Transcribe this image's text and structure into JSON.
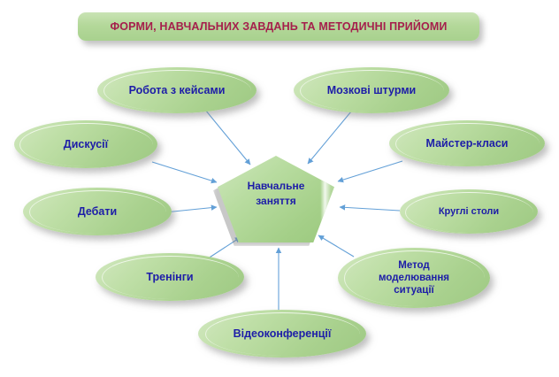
{
  "title": {
    "text": "ФОРМИ, НАВЧАЛЬНИХ ЗАВДАНЬ ТА МЕТОДИЧНІ ПРИЙОМИ",
    "text_color": "#a51f4c",
    "fill_color": "#b4d89a"
  },
  "center": {
    "line1": "Навчальне",
    "line2": "заняття",
    "shape": "pentagon",
    "fill_color": "#a4cf88",
    "text_color": "#1d1da8"
  },
  "colors": {
    "node_fill": "#a9d18e",
    "node_fill_light": "#d2e8c0",
    "node_text": "#1d1da8",
    "connector": "#5b9bd5",
    "background": "#ffffff",
    "shadow": "#7d7d7d"
  },
  "nodes": [
    {
      "id": "robota-z-keisamy",
      "label": "Робота з кейсами"
    },
    {
      "id": "mozkovi-shturmy",
      "label": "Мозкові штурми"
    },
    {
      "id": "dyskusii",
      "label": "Дискусії"
    },
    {
      "id": "maister-klasy",
      "label": "Майстер-класи"
    },
    {
      "id": "debaty",
      "label": "Дебати"
    },
    {
      "id": "kruhli-stoly",
      "label": "Круглі столи"
    },
    {
      "id": "treninhy",
      "label": "Тренінги"
    },
    {
      "id": "metod-modelyuvannya",
      "label_line1": "Метод",
      "label_line2": "моделювання",
      "label_line3": "ситуації"
    },
    {
      "id": "videokonferentsii",
      "label": "Відеоконференції"
    }
  ],
  "connectors": {
    "style": "single-arrow-to-center",
    "count": 9,
    "color": "#5b9bd5"
  }
}
